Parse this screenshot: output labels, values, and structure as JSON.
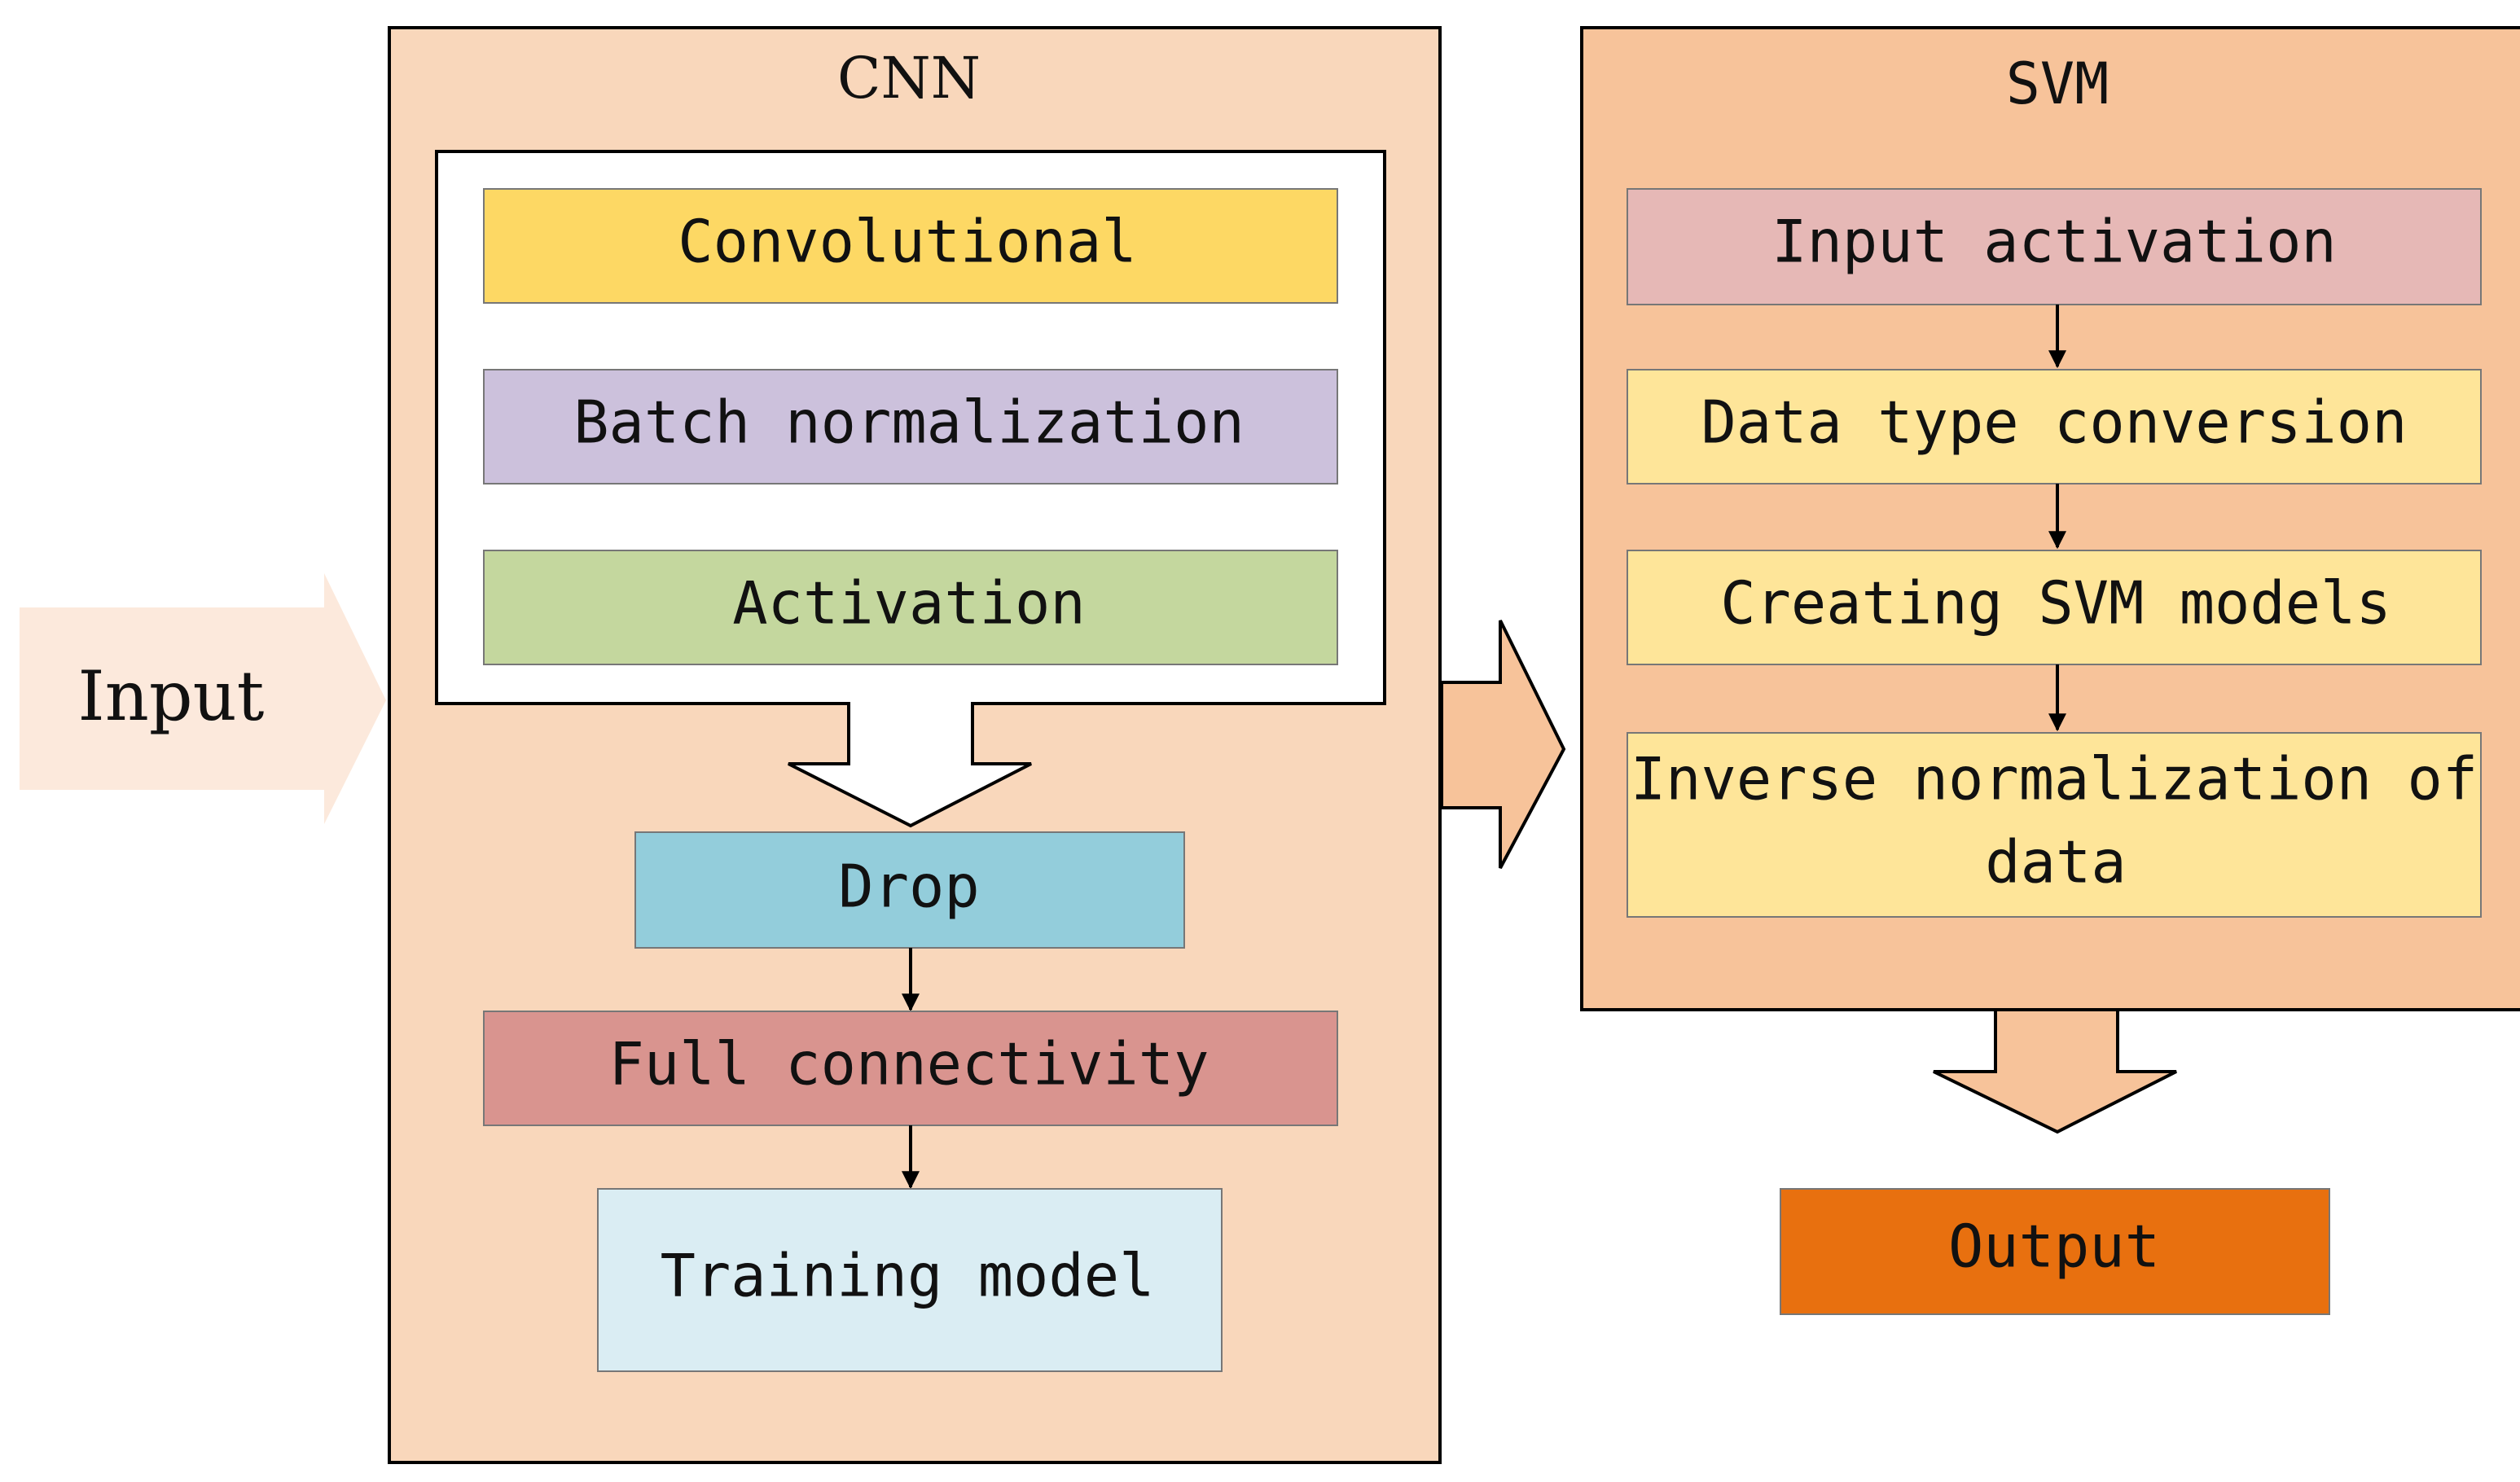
{
  "input": {
    "label": "Input"
  },
  "cnn": {
    "title": "CNN",
    "layers": [
      "Convolutional",
      "Batch normalization",
      "Activation"
    ],
    "drop": "Drop",
    "full": "Full connectivity",
    "training": "Training model"
  },
  "svm": {
    "title": "SVM",
    "steps": [
      "Input activation",
      "Data type conversion",
      "Creating SVM models"
    ],
    "inverse_line1": "Inverse normalization of",
    "inverse_line2": "data"
  },
  "output": {
    "label": "Output"
  },
  "colors": {
    "input_arrow": "#fce9dc",
    "cnn_panel": "#f9d7bb",
    "svm_panel": "#f7c39a",
    "convolutional": "#fdd864",
    "batch_norm": "#ccc1dc",
    "activation": "#c4d79e",
    "drop": "#93cddb",
    "full_connectivity": "#d9948f",
    "training_model": "#daedf3",
    "input_activation": "#e6b8b6",
    "svm_step": "#fee599",
    "output": "#e8700f"
  }
}
